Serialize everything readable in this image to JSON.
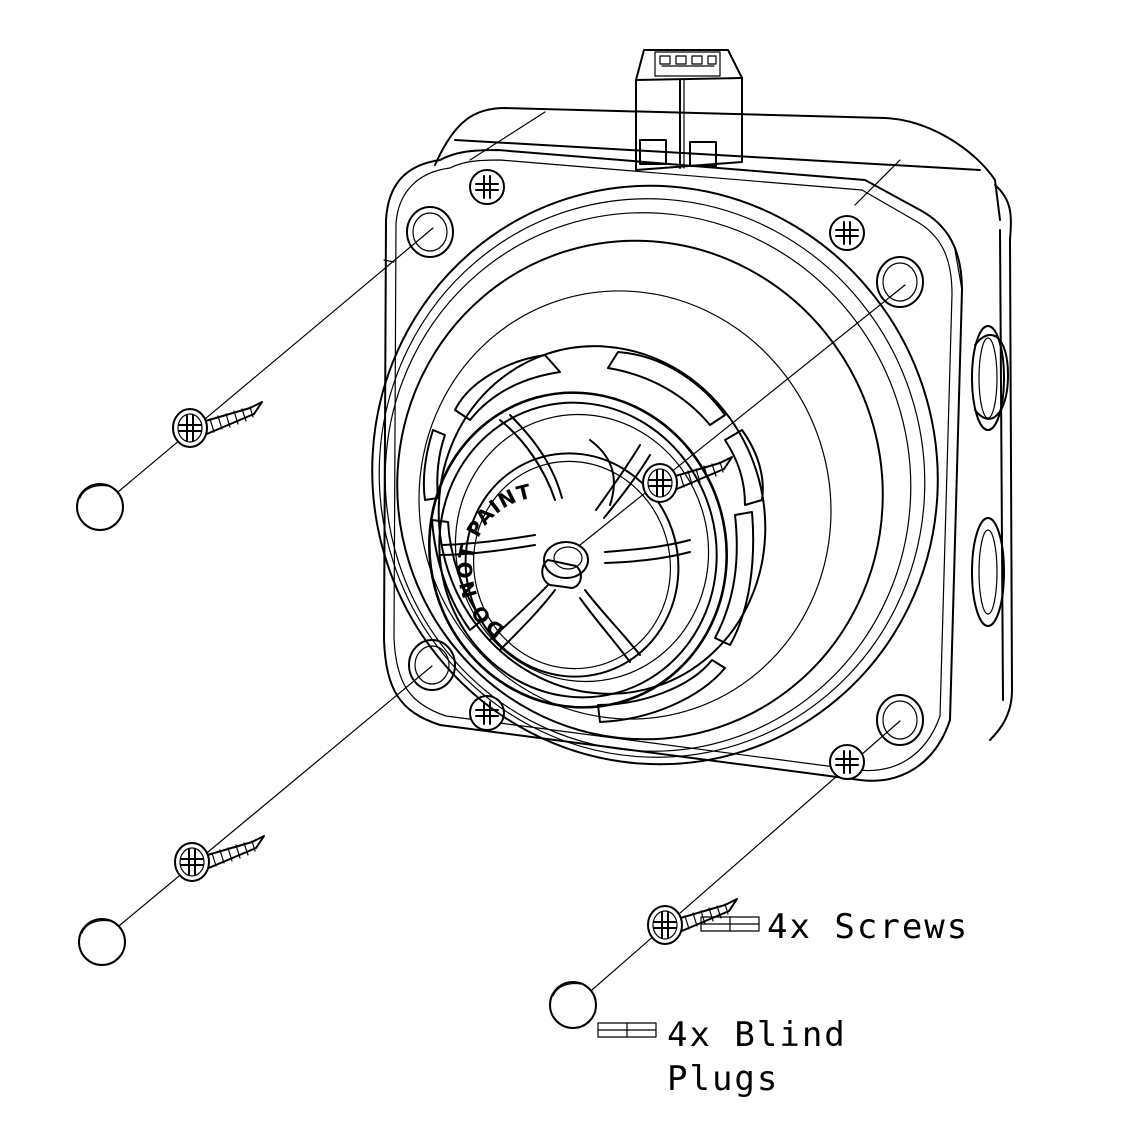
{
  "warning_label": "DO NOT PAINT",
  "legend": {
    "screws": "4x Screws",
    "plugs_line1": "4x Blind",
    "plugs_line2": "Plugs"
  }
}
